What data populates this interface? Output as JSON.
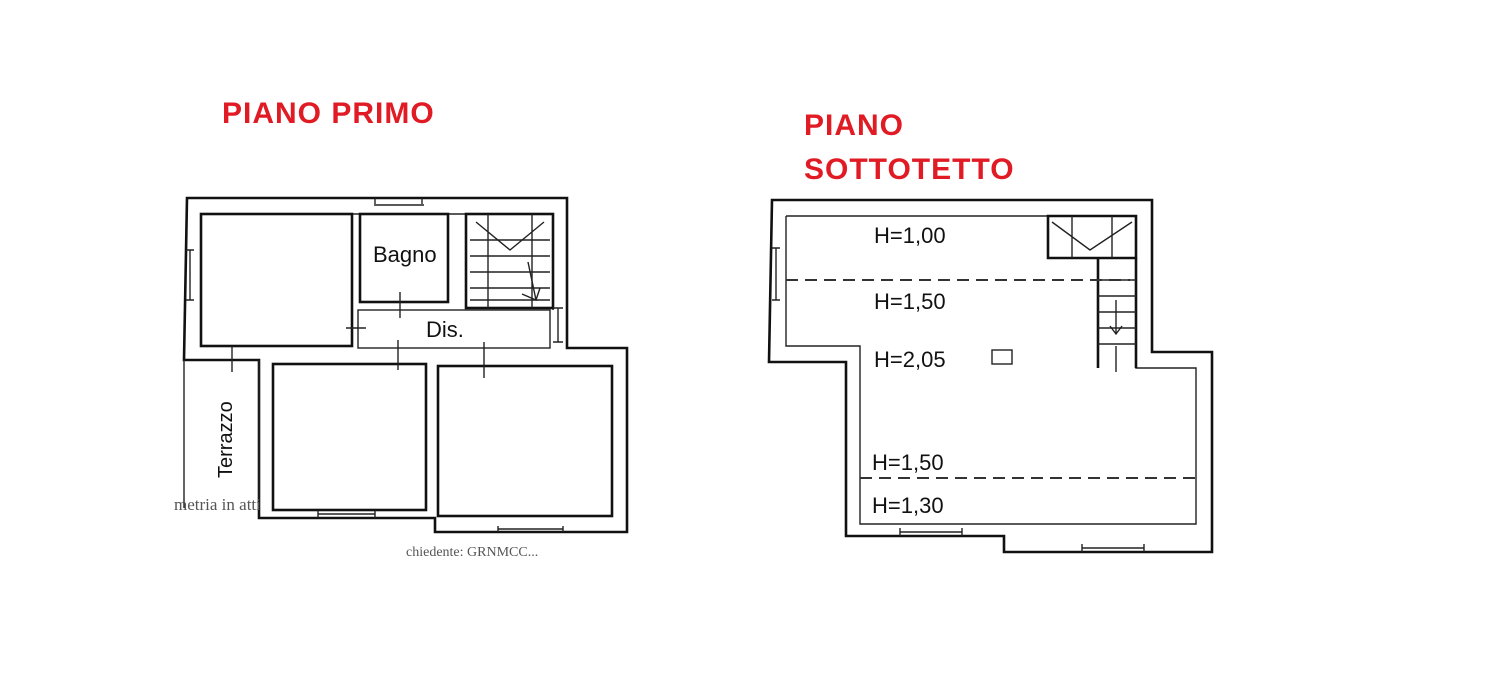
{
  "titles": {
    "left": "PIANO PRIMO",
    "right_line1": "PIANO",
    "right_line2": "SOTTOTETTO"
  },
  "first_floor": {
    "rooms": {
      "bagno": "Bagno",
      "dis": "Dis.",
      "terrazzo": "Terrazzo"
    },
    "stray_text": {
      "bottom_left": "metria in atti",
      "bottom_center": "chiedente: GRNMCC..."
    }
  },
  "attic": {
    "heights": [
      "H=1,00",
      "H=1,50",
      "H=2,05",
      "H=1,50",
      "H=1,30"
    ]
  },
  "colors": {
    "title": "#e01b24",
    "lines": "#111111"
  }
}
